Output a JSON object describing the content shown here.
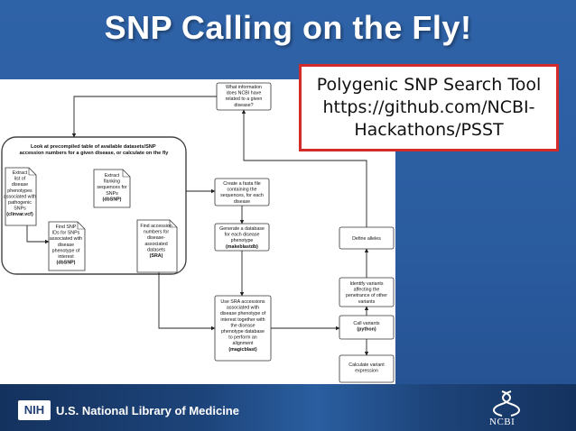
{
  "slide": {
    "title": "SNP Calling on the Fly!",
    "colors": {
      "background": "#2a5a9c",
      "callout_border": "#d32a2a",
      "footer": "#14325e"
    }
  },
  "callout": {
    "line1": "Polygenic SNP Search Tool",
    "line2": "https://github.com/NCBI-",
    "line3": "Hackathons/PSST"
  },
  "diagram": {
    "precomputed_heading": [
      "Look at precompiled table of available datasets/SNP",
      "accession numbers for a given disease, or calculate on the fly"
    ],
    "nodes": {
      "what_info": [
        "What information",
        "does NCBI have",
        "related to a given",
        "disease?"
      ],
      "extract_list": [
        "Extract",
        "list of",
        "disease",
        "phenotypes",
        "associated with",
        "pathogenic",
        "SNPs",
        "(clinvar.vcf)"
      ],
      "extract_flanking": [
        "Extract",
        "flanking",
        "sequences for",
        "SNPs",
        "(dbSNP)"
      ],
      "find_snp_ids": [
        "Find SNP",
        "IDs for SNPs",
        "associated with",
        "disease",
        "phenotype of",
        "interest",
        "(dbSNP)"
      ],
      "find_accession": [
        "Find accession",
        "numbers for",
        "disease-",
        "associated",
        "datasets",
        "(SRA)"
      ],
      "create_fasta": [
        "Create a fasta file",
        "containing the",
        "sequences, for each",
        "disease"
      ],
      "generate_db": [
        "Generate a database",
        "for each disease",
        "phenotype",
        "(makeblastdb)"
      ],
      "use_sra": [
        "Use SRA accessions",
        "associated with",
        "disease phenotype of",
        "interest together with",
        "the disease",
        "phenotype database",
        "to perform an",
        "alignment",
        "(magicblast)"
      ],
      "define_alleles": [
        "Define alleles"
      ],
      "identify_variants": [
        "Identify variants",
        "affecting the",
        "penetrance of other",
        "variants"
      ],
      "call_variants": [
        "Call variants",
        "(python)"
      ],
      "calc_expression": [
        "Calculate variant",
        "expression"
      ]
    }
  },
  "footer": {
    "nih_badge": "NIH",
    "library": "U.S. National Library of Medicine",
    "ncbi": "NCBI"
  }
}
